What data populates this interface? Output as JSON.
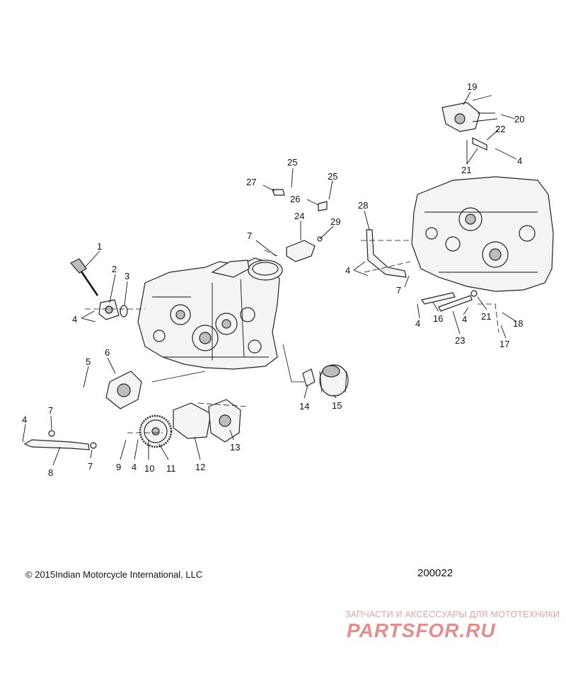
{
  "diagram": {
    "callouts": [
      "1",
      "2",
      "3",
      "4",
      "4",
      "5",
      "6",
      "7",
      "7",
      "8",
      "9",
      "4",
      "10",
      "11",
      "12",
      "13",
      "14",
      "15",
      "7",
      "24",
      "29",
      "25",
      "27",
      "26",
      "25",
      "28",
      "4",
      "7",
      "4",
      "16",
      "4",
      "21",
      "18",
      "17",
      "23",
      "19",
      "20",
      "22",
      "4",
      "21"
    ]
  },
  "footer": {
    "copyright": "2015Indian Motorcycle International, LLC",
    "figure_number": "200022"
  },
  "watermark": {
    "subtitle": "ЗАПЧАСТИ И АКСЕССУАРЫ ДЛЯ МОТОТЕХНИКИ",
    "logo": "PARTSFOR.RU"
  }
}
